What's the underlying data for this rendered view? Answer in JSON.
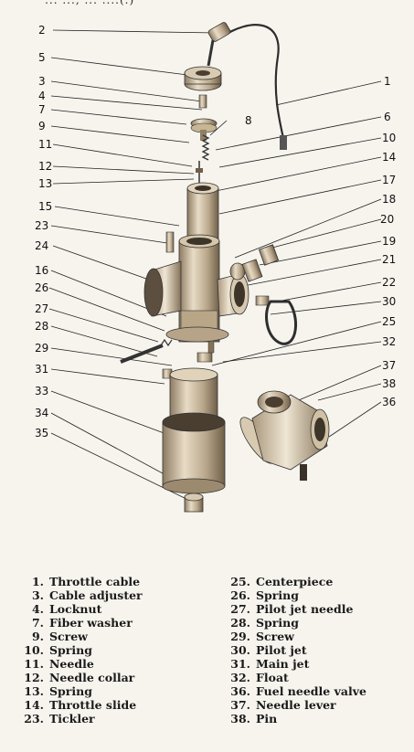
{
  "header_fragment": "' ... ..., ... ....(.)",
  "callouts": [
    "1",
    "2",
    "3",
    "4",
    "5",
    "6",
    "7",
    "8",
    "9",
    "10",
    "11",
    "12",
    "13",
    "14",
    "15",
    "16",
    "17",
    "18",
    "19",
    "20",
    "21",
    "22",
    "23",
    "24",
    "25",
    "26",
    "27",
    "28",
    "29",
    "30",
    "31",
    "32",
    "33",
    "34",
    "35",
    "36",
    "37",
    "38"
  ],
  "legend": {
    "left": [
      {
        "num": "1.",
        "label": "Throttle cable"
      },
      {
        "num": "3.",
        "label": "Cable adjuster"
      },
      {
        "num": "4.",
        "label": "Locknut"
      },
      {
        "num": "7.",
        "label": "Fiber washer"
      },
      {
        "num": "9.",
        "label": "Screw"
      },
      {
        "num": "10.",
        "label": "Spring"
      },
      {
        "num": "11.",
        "label": "Needle"
      },
      {
        "num": "12.",
        "label": "Needle collar"
      },
      {
        "num": "13.",
        "label": "Spring"
      },
      {
        "num": "14.",
        "label": "Throttle slide"
      },
      {
        "num": "23.",
        "label": "Tickler"
      }
    ],
    "right": [
      {
        "num": "25.",
        "label": "Centerpiece"
      },
      {
        "num": "26.",
        "label": "Spring"
      },
      {
        "num": "27.",
        "label": "Pilot jet needle"
      },
      {
        "num": "28.",
        "label": "Spring"
      },
      {
        "num": "29.",
        "label": "Screw"
      },
      {
        "num": "30.",
        "label": "Pilot jet"
      },
      {
        "num": "31.",
        "label": "Main jet"
      },
      {
        "num": "32.",
        "label": "Float"
      },
      {
        "num": "36.",
        "label": "Fuel needle valve"
      },
      {
        "num": "37.",
        "label": "Needle lever"
      },
      {
        "num": "38.",
        "label": "Pin"
      }
    ]
  }
}
